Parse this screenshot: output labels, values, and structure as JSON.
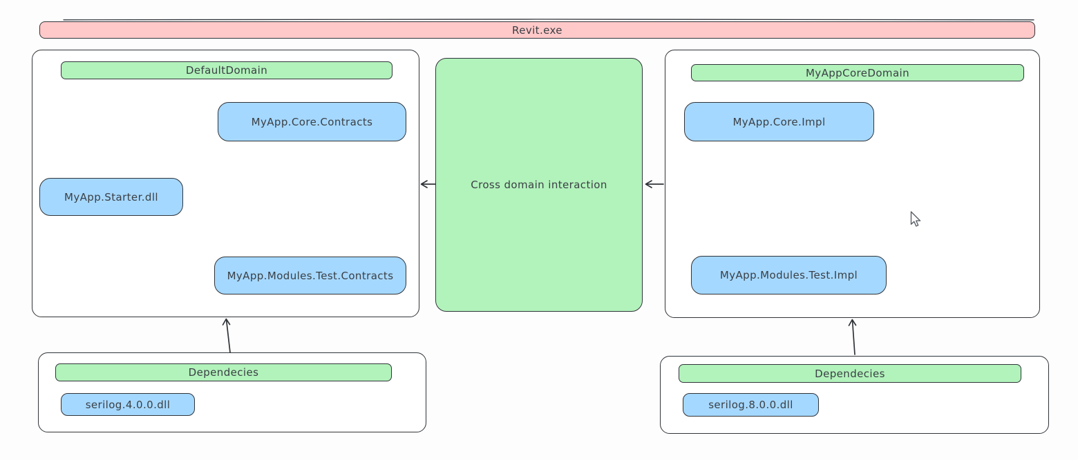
{
  "process_bar": {
    "label": "Revit.exe"
  },
  "domains": {
    "default": {
      "title": "DefaultDomain",
      "modules": [
        "MyApp.Core.Contracts",
        "MyApp.Starter.dll",
        "MyApp.Modules.Test.Contracts"
      ]
    },
    "core": {
      "title": "MyAppCoreDomain",
      "modules": [
        "MyApp.Core.Impl",
        "MyApp.Modules.Test.Impl"
      ]
    }
  },
  "interaction": {
    "label": "Cross domain interaction"
  },
  "dependencies": {
    "left": {
      "title": "Dependecies",
      "items": [
        "serilog.4.0.0.dll"
      ]
    },
    "right": {
      "title": "Dependecies",
      "items": [
        "serilog.8.0.0.dll"
      ]
    }
  },
  "edges": [
    {
      "from": "cross-domain-interaction",
      "to": "default-domain",
      "direction": "left"
    },
    {
      "from": "core-domain",
      "to": "cross-domain-interaction",
      "direction": "left"
    },
    {
      "from": "dependencies-left",
      "to": "default-domain",
      "direction": "up"
    },
    {
      "from": "dependencies-right",
      "to": "core-domain",
      "direction": "up"
    }
  ],
  "colors": {
    "process_fill": "#ffc9c9",
    "domain_label_fill": "#b2f2bb",
    "module_fill": "#a5d8ff",
    "stroke": "#2f3338",
    "canvas_background": "#fdfdfd"
  }
}
